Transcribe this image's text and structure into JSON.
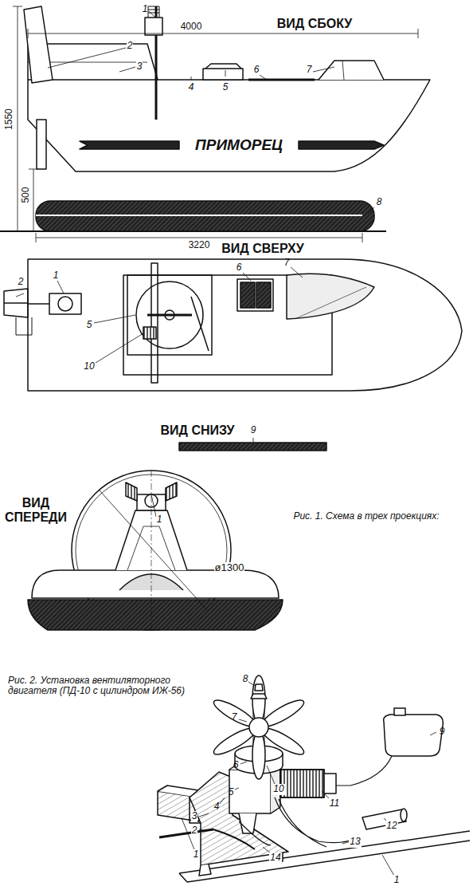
{
  "diagram": {
    "labels": [
      "ВИД СБОКУ",
      "4000",
      "1550",
      "500",
      "ПРИМОРЕЦ",
      "3220",
      "1",
      "2",
      "3",
      "4",
      "5",
      "6",
      "7",
      "8",
      "ВИД СВЕРХУ",
      "1",
      "2",
      "5",
      "6",
      "7",
      "10",
      "ВИД СНИЗУ",
      "9",
      "Рис. 1. Схема в трех проекциях:",
      "1",
      "ВИД СПЕРЕДИ",
      "ø1300",
      "Рис. 2. Установка вентиляторного двигателя (ПД-10 с цилиндром ИЖ-56)",
      "8",
      "7",
      "9",
      "6",
      "10",
      "5",
      "4",
      "3",
      "2",
      "11",
      "12",
      "14",
      "13",
      "1",
      "1"
    ]
  }
}
